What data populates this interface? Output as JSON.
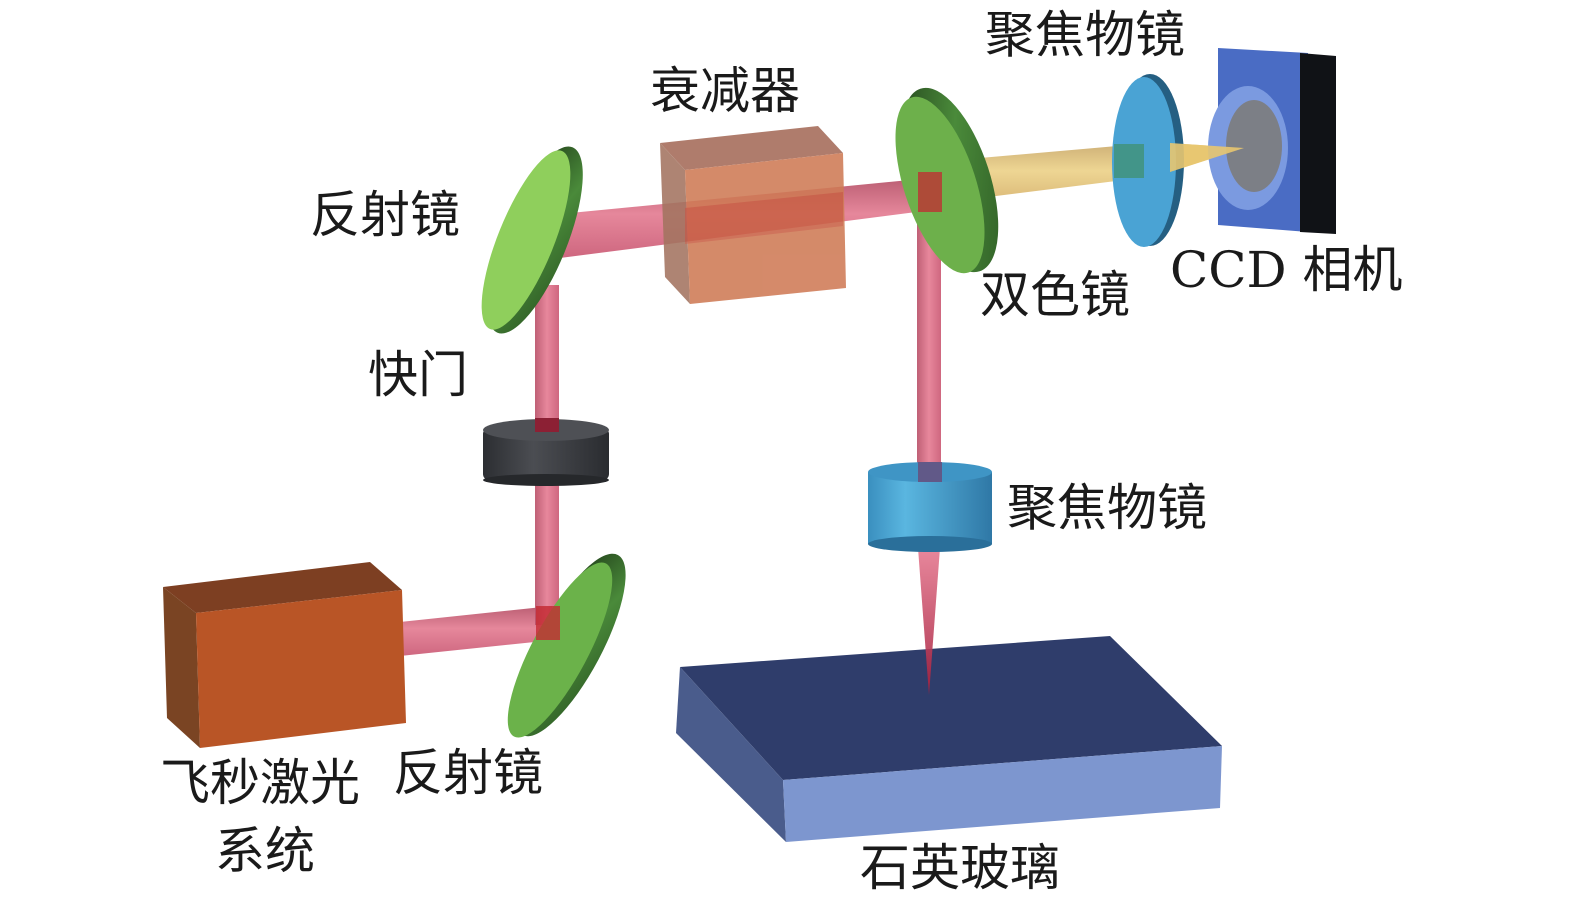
{
  "title": "飞秒激光加工石英玻璃实验装置示意图",
  "components": {
    "laser": {
      "label_line1": "飞秒激光",
      "label_line2": "系统",
      "color": "#b95526"
    },
    "mirror_bottom": {
      "label": "反射镜",
      "color": "#6bb24a"
    },
    "shutter": {
      "label": "快门",
      "color": "#3a3c40"
    },
    "mirror_top": {
      "label": "反射镜",
      "color": "#8fcf5c"
    },
    "attenuator": {
      "label": "衰减器",
      "color": "#cf7a55"
    },
    "dichroic": {
      "label": "双色镜",
      "color": "#6db04b"
    },
    "focus_lens_top": {
      "label": "聚焦物镜",
      "color": "#4aa3d4"
    },
    "ccd": {
      "label": "CCD 相机",
      "color": "#4a6cc4"
    },
    "focus_lens_bottom": {
      "label": "聚焦物镜",
      "color": "#4aa3d4"
    },
    "sample": {
      "label": "石英玻璃",
      "color": "#2f3d6b"
    }
  },
  "beams": {
    "laser_color": "#e06a82",
    "imaging_color": "#e8c770"
  }
}
